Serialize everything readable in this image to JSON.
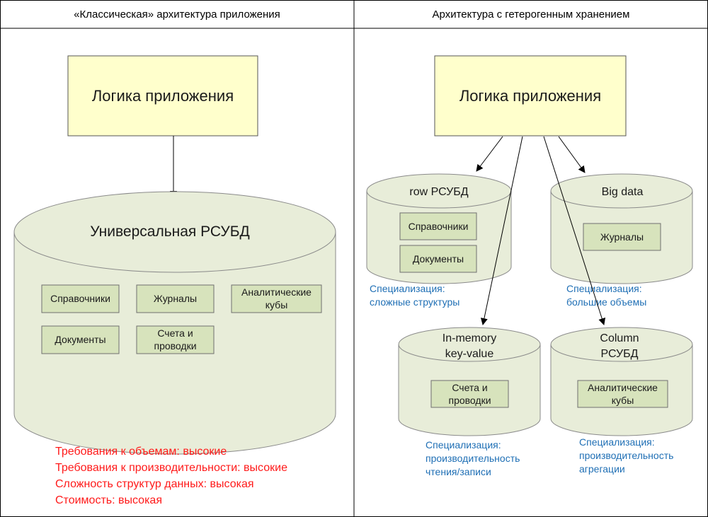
{
  "colors": {
    "db_body": "#e8edd9",
    "item_fill": "#d7e3bc",
    "logic_fill": "#ffffcc",
    "spec_text": "#1f6fb5",
    "req_text": "#ff1a1a"
  },
  "left": {
    "header": "«Классическая» архитектура приложения",
    "logic_label": "Логика приложения",
    "db_title": "Универсальная РСУБД",
    "items": {
      "directories": "Справочники",
      "journals": "Журналы",
      "cubes_line1": "Аналитические",
      "cubes_line2": "кубы",
      "documents": "Документы",
      "accounts_line1": "Счета и",
      "accounts_line2": "проводки"
    },
    "requirements": [
      "Требования к объемам: высокие",
      "Требования к производительности: высокие",
      "Сложность структур данных: высокая",
      "Стоимость: высокая"
    ]
  },
  "right": {
    "header": "Архитектура с гетерогенным хранением",
    "logic_label": "Логика приложения",
    "row_db": {
      "title": "row РСУБД",
      "item1": "Справочники",
      "item2": "Документы",
      "spec_line1": "Специализация:",
      "spec_line2": "сложные структуры"
    },
    "bigdata_db": {
      "title": "Big data",
      "item1": "Журналы",
      "spec_line1": "Специализация:",
      "spec_line2": "большие объемы"
    },
    "inmemory_db": {
      "title_line1": "In-memory",
      "title_line2": "key-value",
      "item_line1": "Счета и",
      "item_line2": "проводки",
      "spec_line1": "Специализация:",
      "spec_line2": "производительность",
      "spec_line3": "чтения/записи"
    },
    "column_db": {
      "title_line1": "Column",
      "title_line2": "РСУБД",
      "item_line1": "Аналитические",
      "item_line2": "кубы",
      "spec_line1": "Специализация:",
      "spec_line2": "производительность",
      "spec_line3": "агрегации"
    }
  }
}
